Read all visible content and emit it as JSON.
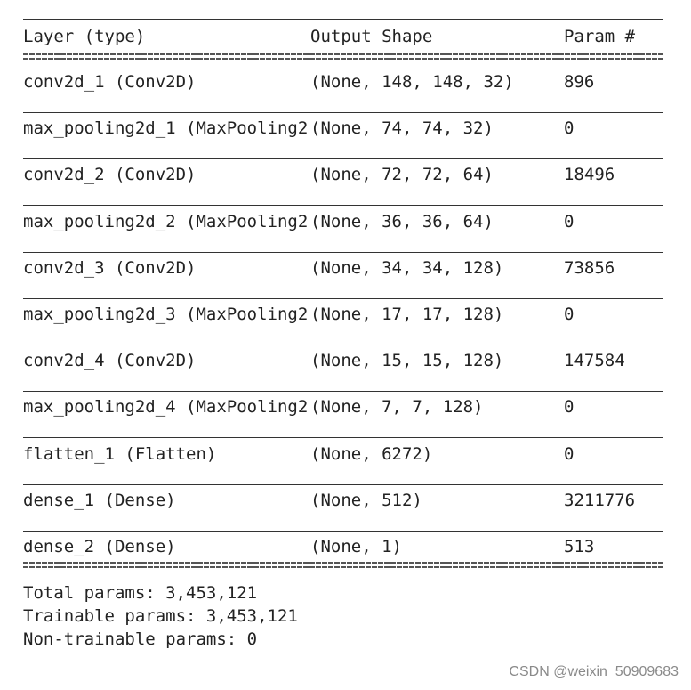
{
  "header": {
    "layer": "Layer (type)",
    "output_shape": "Output Shape",
    "param": "Param #"
  },
  "rows": [
    {
      "layer": "conv2d_1 (Conv2D)",
      "shape": "(None, 148, 148, 32)",
      "param": "896"
    },
    {
      "layer": "max_pooling2d_1 (MaxPooling2",
      "shape": "(None, 74, 74, 32)",
      "param": "0"
    },
    {
      "layer": "conv2d_2 (Conv2D)",
      "shape": "(None, 72, 72, 64)",
      "param": "18496"
    },
    {
      "layer": "max_pooling2d_2 (MaxPooling2",
      "shape": "(None, 36, 36, 64)",
      "param": "0"
    },
    {
      "layer": "conv2d_3 (Conv2D)",
      "shape": "(None, 34, 34, 128)",
      "param": "73856"
    },
    {
      "layer": "max_pooling2d_3 (MaxPooling2",
      "shape": "(None, 17, 17, 128)",
      "param": "0"
    },
    {
      "layer": "conv2d_4 (Conv2D)",
      "shape": "(None, 15, 15, 128)",
      "param": "147584"
    },
    {
      "layer": "max_pooling2d_4 (MaxPooling2",
      "shape": "(None, 7, 7, 128)",
      "param": "0"
    },
    {
      "layer": "flatten_1 (Flatten)",
      "shape": "(None, 6272)",
      "param": "0"
    },
    {
      "layer": "dense_1 (Dense)",
      "shape": "(None, 512)",
      "param": "3211776"
    },
    {
      "layer": "dense_2 (Dense)",
      "shape": "(None, 1)",
      "param": "513"
    }
  ],
  "totals": {
    "total": "Total params: 3,453,121",
    "trainable": "Trainable params: 3,453,121",
    "non_trainable": "Non-trainable params: 0"
  },
  "watermark": "CSDN @weixin_50909683"
}
